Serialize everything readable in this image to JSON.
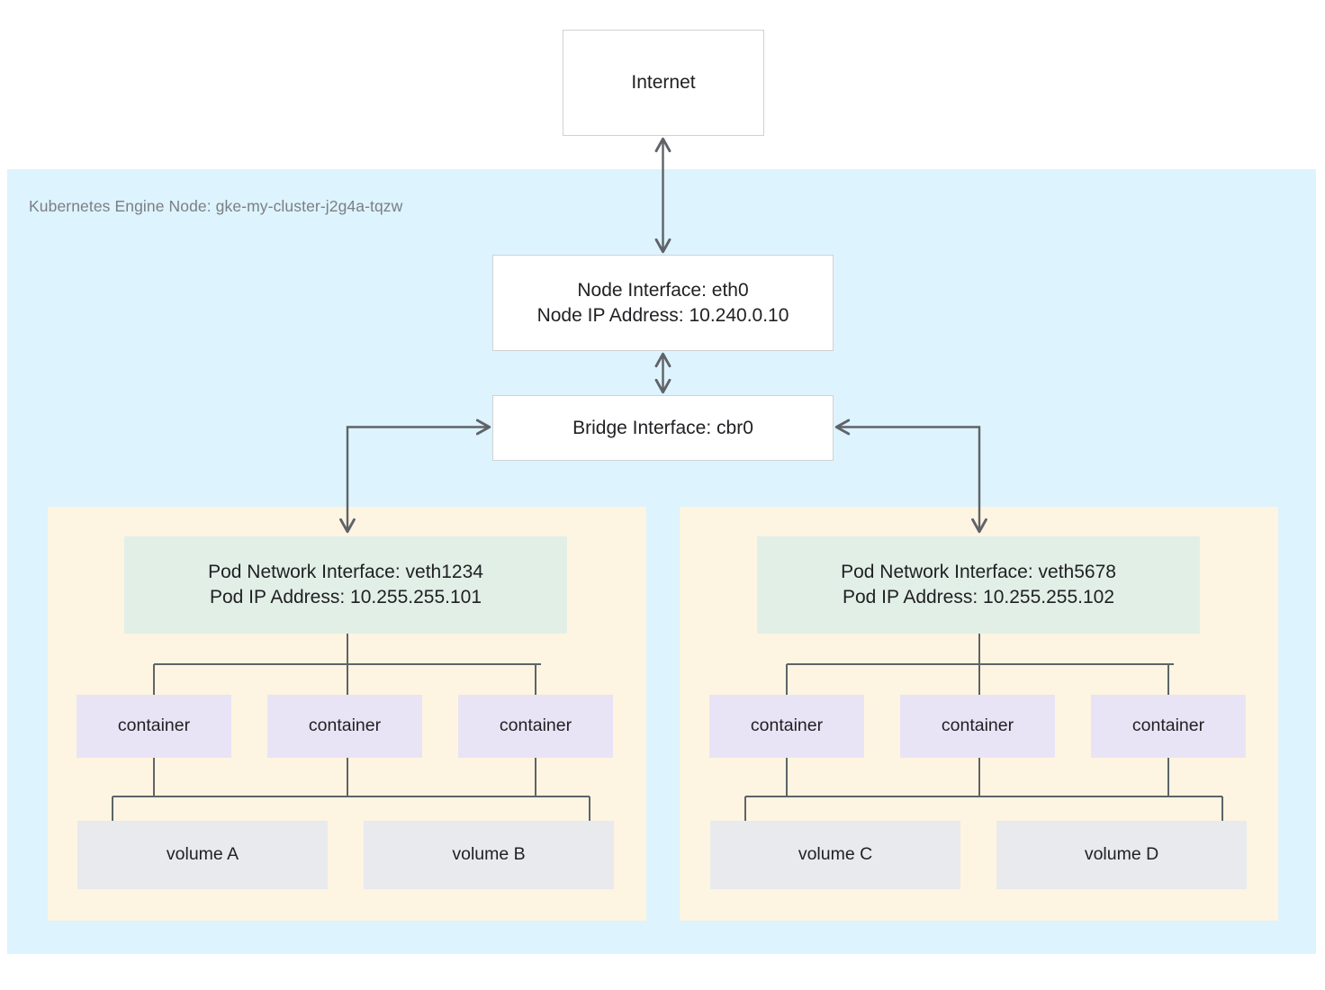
{
  "diagram": {
    "internet": {
      "label": "Internet"
    },
    "node_region": {
      "label": "Kubernetes Engine Node: gke-my-cluster-j2g4a-tqzw",
      "background_color": "#ddf3fd"
    },
    "node_interface": {
      "label": "Node Interface: eth0\nNode IP Address: 10.240.0.10",
      "interface_name": "eth0",
      "ip_address": "10.240.0.10"
    },
    "bridge_interface": {
      "label": "Bridge Interface: cbr0",
      "interface_name": "cbr0"
    },
    "pods": [
      {
        "region_color": "#fdf5e1",
        "network_interface": {
          "label": "Pod Network Interface: veth1234\nPod IP Address: 10.255.255.101",
          "interface_name": "veth1234",
          "ip_address": "10.255.255.101",
          "color": "#e2efe7"
        },
        "containers": [
          {
            "label": "container"
          },
          {
            "label": "container"
          },
          {
            "label": "container"
          }
        ],
        "volumes": [
          {
            "label": "volume A"
          },
          {
            "label": "volume B"
          }
        ]
      },
      {
        "region_color": "#fdf5e1",
        "network_interface": {
          "label": "Pod Network Interface: veth5678\nPod IP Address: 10.255.255.102",
          "interface_name": "veth5678",
          "ip_address": "10.255.255.102",
          "color": "#e2efe7"
        },
        "containers": [
          {
            "label": "container"
          },
          {
            "label": "container"
          },
          {
            "label": "container"
          }
        ],
        "volumes": [
          {
            "label": "volume C"
          },
          {
            "label": "volume D"
          }
        ]
      }
    ],
    "colors": {
      "container_fill": "#e8e4f5",
      "volume_fill": "#e8eaed",
      "line": "#5f6368",
      "box_border": "#cfd2d4",
      "text": "#202124",
      "label_text": "#7b7f83"
    }
  }
}
